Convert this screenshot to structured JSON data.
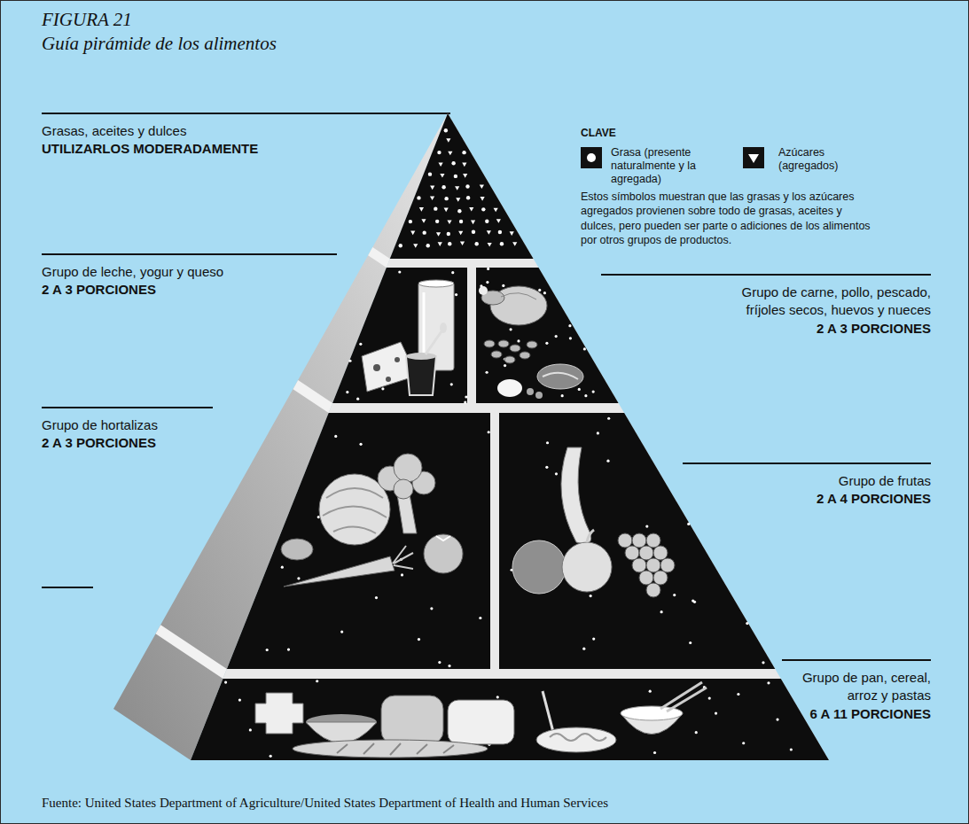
{
  "diagram": {
    "title": "Guía pirámide de los alimentos",
    "caption": "Fuente: United States Department of Agriculture/United States Department of Health and Human Services",
    "nodes": [
      {
        "text": [
          "Grasas, aceites y dulces",
          "UTILIZARLOS MODERADAMENTE"
        ]
      },
      {
        "text": [
          "Grupo de leche, yogur y queso",
          "2 A 3 PORCIONES"
        ]
      },
      {
        "text": [
          "Grupo de carne, pollo, pescado, fríjoles secos, huevos y nueces",
          "2 A 3 PORCIONES"
        ]
      },
      {
        "text": [
          "Grupo de hortalizas",
          "2 A 3 PORCIONES"
        ]
      },
      {
        "text": [
          "Grupo de frutas",
          "2 A 4 PORCIONES"
        ]
      },
      {
        "text": [
          "Grupo de pan, cereal, arroz y pastas",
          "6 A 11 PORCIONES"
        ]
      }
    ],
    "labels": [
      "FIGURA 21",
      "CLAVE",
      "Estos símbolos muestran que las grasas y los azúcares agregados provienen sobre todo de grasas, aceites y dulces, pero pueden ser parte o adiciones de los alimentos por otros grupos de productos."
    ],
    "legend": [
      {
        "text": "Grasa (presente naturalmente y la agregada)"
      },
      {
        "text": "Azúcares (agregados)"
      }
    ]
  }
}
